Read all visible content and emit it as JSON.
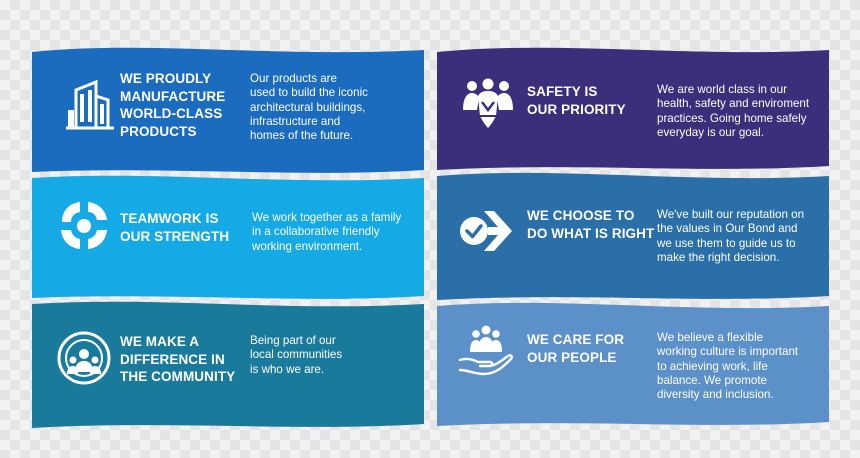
{
  "colors": {
    "panel_products": "#1b6bbf",
    "panel_teamwork": "#15a9e6",
    "panel_community": "#1a7a9c",
    "panel_safety": "#3b2e7a",
    "panel_right": "#2a6fa8",
    "panel_people": "#5b90c8"
  },
  "left": {
    "products": {
      "icon": "building-icon",
      "title": [
        "WE PROUDLY",
        "MANUFACTURE",
        "WORLD-CLASS",
        "PRODUCTS"
      ],
      "desc": [
        "Our products are",
        "used to build the iconic",
        "architectural buildings,",
        "infrastructure and",
        "homes of the future."
      ]
    },
    "teamwork": {
      "icon": "hands-circle-icon",
      "title": [
        "TEAMWORK IS",
        "OUR STRENGTH"
      ],
      "desc": [
        "We work together as a family",
        "in a collaborative friendly",
        "working environment."
      ]
    },
    "community": {
      "icon": "community-icon",
      "title": [
        "WE MAKE A",
        "DIFFERENCE IN",
        "THE COMMUNITY"
      ],
      "desc": [
        "Being part of our",
        "local communities",
        "is who we are."
      ]
    }
  },
  "right": {
    "safety": {
      "icon": "safety-team-icon",
      "title": [
        "SAFETY IS",
        "OUR PRIORITY"
      ],
      "desc": [
        "We are world class in our",
        "health, safety and enviroment",
        "practices. Going home safely",
        "everyday is our goal."
      ]
    },
    "right_choice": {
      "icon": "check-arrow-icon",
      "title": [
        "WE CHOOSE TO",
        "DO WHAT IS RIGHT"
      ],
      "desc": [
        "We've built our reputation on",
        "the values in Our Bond and",
        "we use them to guide us to",
        "make the right decision."
      ]
    },
    "people": {
      "icon": "care-hand-icon",
      "title": [
        "WE CARE FOR",
        "OUR PEOPLE"
      ],
      "desc": [
        "We believe a flexible",
        "working culture is important",
        "to achieving work, life",
        "balance. We promote",
        "diversity and inclusion."
      ]
    }
  }
}
